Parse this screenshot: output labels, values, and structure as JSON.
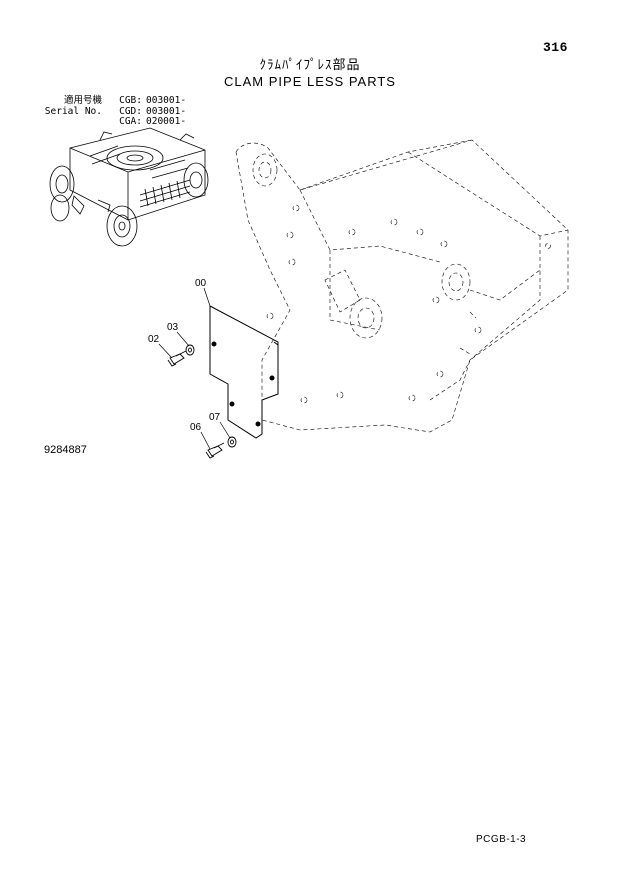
{
  "header": {
    "page_number": "316",
    "title_jp": "ｸﾗﾑﾊﾟｲﾌﾟﾚｽ部品",
    "title_en": "CLAM PIPE LESS PARTS"
  },
  "serial": {
    "rows": [
      {
        "label": "適用号機",
        "code": "CGB:",
        "value": "003001-"
      },
      {
        "label": "Serial No.",
        "code": "CGD:",
        "value": "003001-"
      },
      {
        "label": "",
        "code": "CGA:",
        "value": "020001-"
      }
    ]
  },
  "callouts": {
    "c00": "00",
    "c02": "02",
    "c03": "03",
    "c06": "06",
    "c07": "07"
  },
  "drawing_number": "9284887",
  "footer": {
    "code": "PCGB-1-3"
  }
}
